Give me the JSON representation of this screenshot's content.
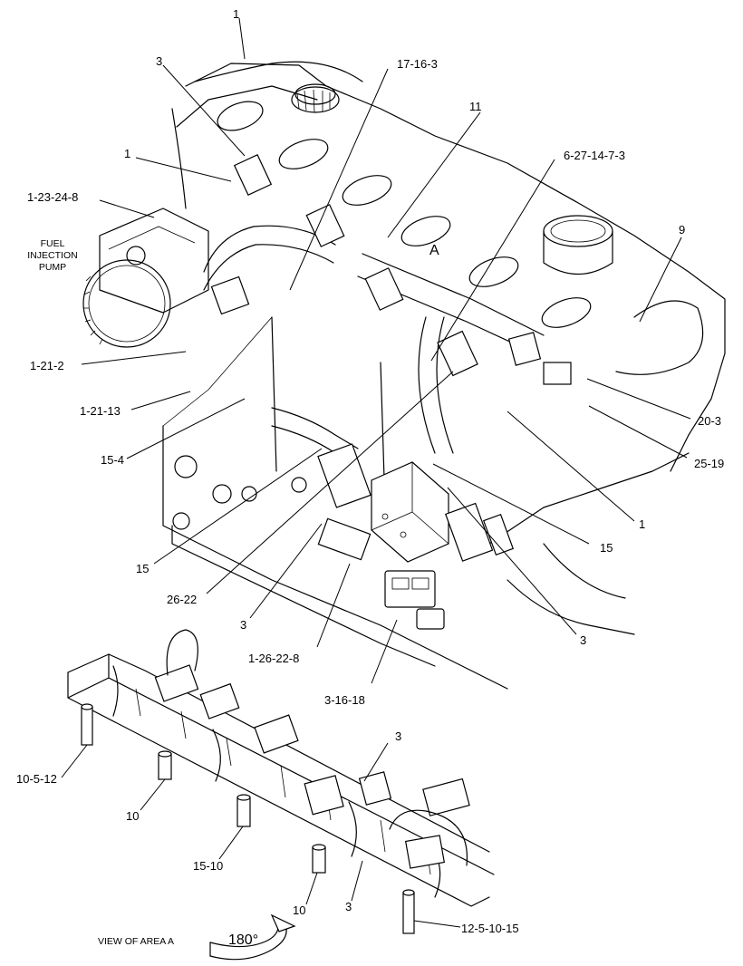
{
  "callouts": [
    {
      "id": "c1_top",
      "text": "1"
    },
    {
      "id": "c3_top",
      "text": "3"
    },
    {
      "id": "c17",
      "text": "17-16-3"
    },
    {
      "id": "c11",
      "text": "11"
    },
    {
      "id": "c1_mid",
      "text": "1"
    },
    {
      "id": "c6",
      "text": "6-27-14-7-3"
    },
    {
      "id": "c1238",
      "text": "1-23-24-8"
    },
    {
      "id": "c9",
      "text": "9"
    },
    {
      "id": "c1212",
      "text": "1-21-2"
    },
    {
      "id": "c12113",
      "text": "1-21-13"
    },
    {
      "id": "c203",
      "text": "20-3"
    },
    {
      "id": "c154",
      "text": "15-4"
    },
    {
      "id": "c2519",
      "text": "25-19"
    },
    {
      "id": "c1_right",
      "text": "1"
    },
    {
      "id": "c15_right",
      "text": "15"
    },
    {
      "id": "c15_left",
      "text": "15"
    },
    {
      "id": "c2622",
      "text": "26-22"
    },
    {
      "id": "c3_mid",
      "text": "3"
    },
    {
      "id": "c3_right",
      "text": "3"
    },
    {
      "id": "c126228",
      "text": "1-26-22-8"
    },
    {
      "id": "c31618",
      "text": "3-16-18"
    },
    {
      "id": "c3_view",
      "text": "3"
    },
    {
      "id": "c10512",
      "text": "10-5-12"
    },
    {
      "id": "c10_a",
      "text": "10"
    },
    {
      "id": "c1510",
      "text": "15-10"
    },
    {
      "id": "c10_b",
      "text": "10"
    },
    {
      "id": "c3_bottom",
      "text": "3"
    },
    {
      "id": "c1251015",
      "text": "12-5-10-15"
    }
  ],
  "fuel_pump_label": [
    "FUEL",
    "INJECTION",
    "PUMP"
  ],
  "area_marker": "A",
  "view_label": "VIEW OF AREA  A",
  "rotation_label": "180°"
}
